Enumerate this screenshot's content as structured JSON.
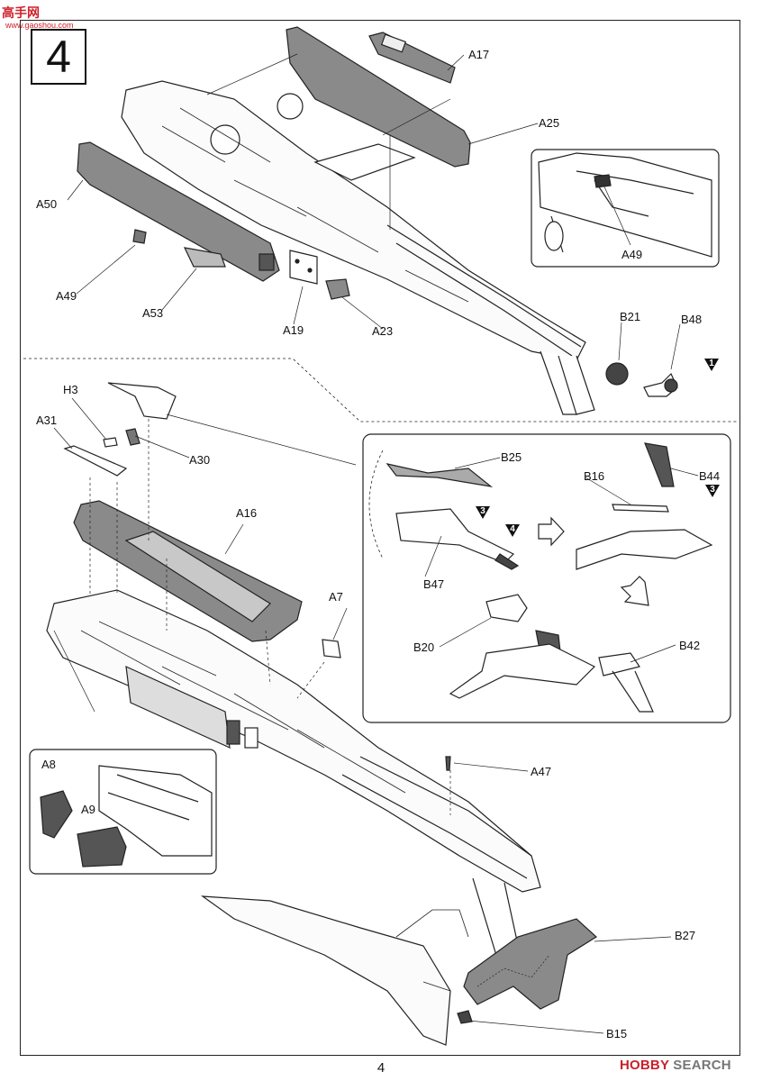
{
  "watermark_top": {
    "title": "高手网",
    "url": "www.gaoshou.com"
  },
  "watermark_bottom": {
    "brand": "HOBBY",
    "search": "SEARCH"
  },
  "step": {
    "number": "4"
  },
  "page_number": "4",
  "part_labels": {
    "A17": "A17",
    "A25": "A25",
    "A50": "A50",
    "A49_main": "A49",
    "A53": "A53",
    "A19": "A19",
    "A23": "A23",
    "A49_inset": "A49",
    "B21": "B21",
    "B48": "B48",
    "H3": "H3",
    "A31": "A31",
    "A30": "A30",
    "A16": "A16",
    "A7": "A7",
    "B25": "B25",
    "B16": "B16",
    "B44": "B44",
    "B47": "B47",
    "B20": "B20",
    "B42": "B42",
    "A8": "A8",
    "A9": "A9",
    "A47": "A47",
    "B27": "B27",
    "B15": "B15"
  },
  "step_refs": {
    "ref_1": "1",
    "ref_3a": "3",
    "ref_4": "4",
    "ref_3b": "3"
  },
  "colors": {
    "part_gray": "#8a8a8a",
    "part_dark": "#555555",
    "line": "#222222",
    "brand_red": "#c9202a"
  }
}
